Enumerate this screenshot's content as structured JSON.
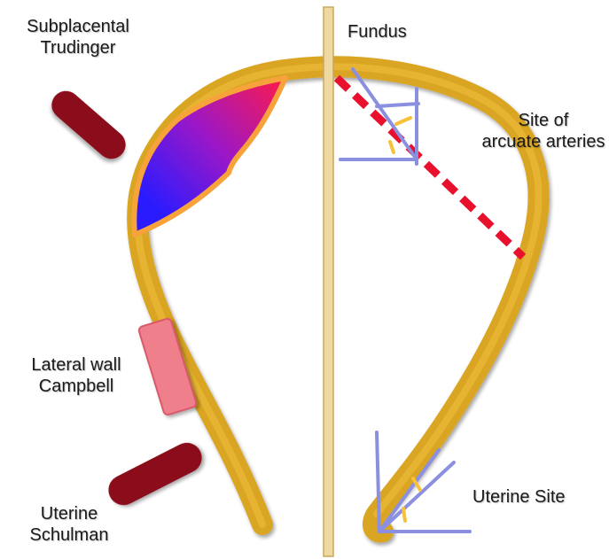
{
  "labels": {
    "subplacental_line1": "Subplacental",
    "subplacental_line2": "Trudinger",
    "fundus": "Fundus",
    "arcuate_line1": "Site of",
    "arcuate_line2": "arcuate arteries",
    "lateral_line1": "Lateral wall",
    "lateral_line2": "Campbell",
    "uterine_schulman_line1": "Uterine",
    "uterine_schulman_line2": "Schulman",
    "uterine_site": "Uterine Site"
  },
  "colors": {
    "uterine_wall": "#d9a520",
    "wall_highlight": "#f3c94a",
    "midline": "#f0d9a0",
    "midline_edge": "#c9a85f",
    "placenta_start": "#2a1bff",
    "placenta_end": "#ff1a4a",
    "placenta_rim": "#f7a23a",
    "probe_dark": "#8b0f1f",
    "probe_pink": "#f07f8c",
    "arcuate_dash": "#e8102c",
    "beam": "#8b8fe0",
    "text": "#1a1a1a"
  },
  "icons": {
    "subplacental_probe": "transducer-bar-icon",
    "lateral_probe": "transducer-bar-icon",
    "uterine_probe": "transducer-bar-icon"
  }
}
